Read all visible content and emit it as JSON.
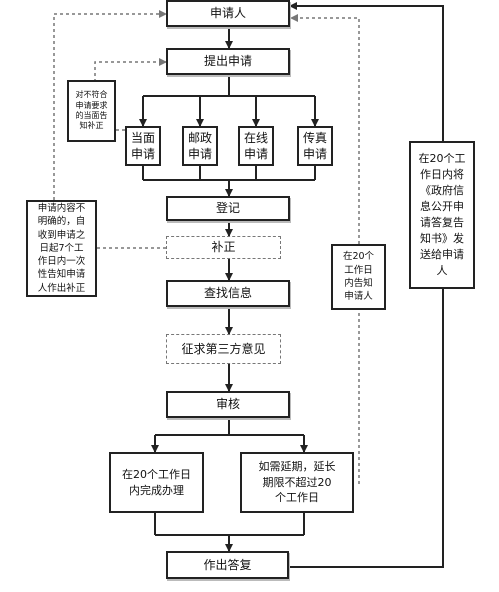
{
  "nodes": {
    "applicant": "申请人",
    "submit": "提出申请",
    "in_person": "当面\n申请",
    "by_post": "邮政\n申请",
    "online": "在线\n申请",
    "by_fax": "传真\n申请",
    "register": "登记",
    "supplement": "补正",
    "search": "查找信息",
    "third_party": "征求第三方意见",
    "review": "审核",
    "within_20": "在20个工作日\n内完成办理",
    "extension": "如需延期，延长\n期限不超过20\n个工作日",
    "reply": "作出答复"
  },
  "notes": {
    "nonconforming": "对不符合\n申请要求\n的当面告\n知补正",
    "unclear": "申请内容不\n明确的，自\n收到申请之\n日起7个工\n作日内一次\n性告知申请\n人作出补正",
    "notify_applicant": "在20个\n工作日\n内告知\n申请人",
    "send_notice": "在20个工\n作日内将\n《政府信\n息公开申\n请答复告\n知书》发\n送给申请\n人"
  }
}
